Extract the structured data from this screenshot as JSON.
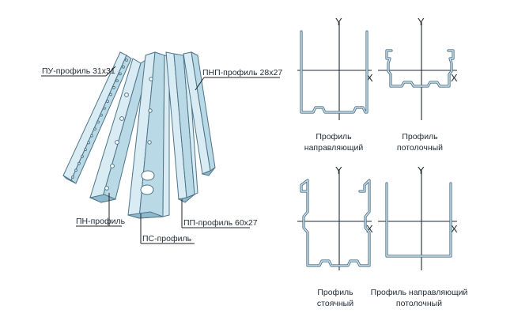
{
  "left_labels": {
    "pu": "ПУ-профиль 31х31",
    "pnp": "ПНП-профиль 28х27",
    "pn": "ПН-профиль",
    "pp": "ПП-профиль 60х27",
    "ps": "ПС-профиль"
  },
  "axes": {
    "y": "Y",
    "x": "X"
  },
  "sections": {
    "guide": {
      "line1": "Профиль",
      "line2": "направляющий"
    },
    "ceiling": {
      "line1": "Профиль",
      "line2": "потолочный"
    },
    "rack": {
      "line1": "Профиль",
      "line2": "стоячный"
    },
    "ceiling_guide": {
      "line1": "Профиль направляющий",
      "line2": "потолочный"
    }
  },
  "colors": {
    "profile_fill": "#b9d9e6",
    "profile_stroke": "#4d7489",
    "section_stroke": "#4a6f86"
  }
}
